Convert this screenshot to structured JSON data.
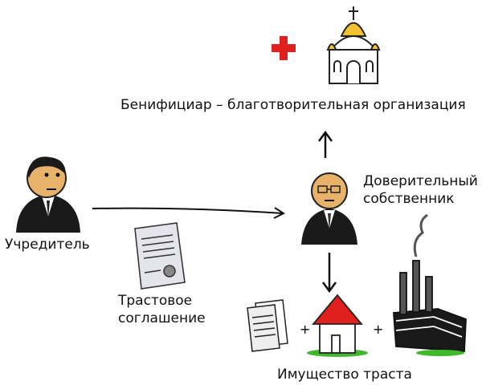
{
  "labels": {
    "beneficiary": "Бенифициар – благотворительная организация",
    "trustee_line1": "Доверительный",
    "trustee_line2": "собственник",
    "founder": "Учредитель",
    "agreement_line1": "Трастовое",
    "agreement_line2": "соглашение",
    "trust_property": "Имущество траста"
  },
  "plus_sign": "+",
  "colors": {
    "red": "#e0201c",
    "suit": "#1a1a1a",
    "skin": "#e9b26a",
    "gold": "#f2c230",
    "green": "#3fb82c"
  }
}
